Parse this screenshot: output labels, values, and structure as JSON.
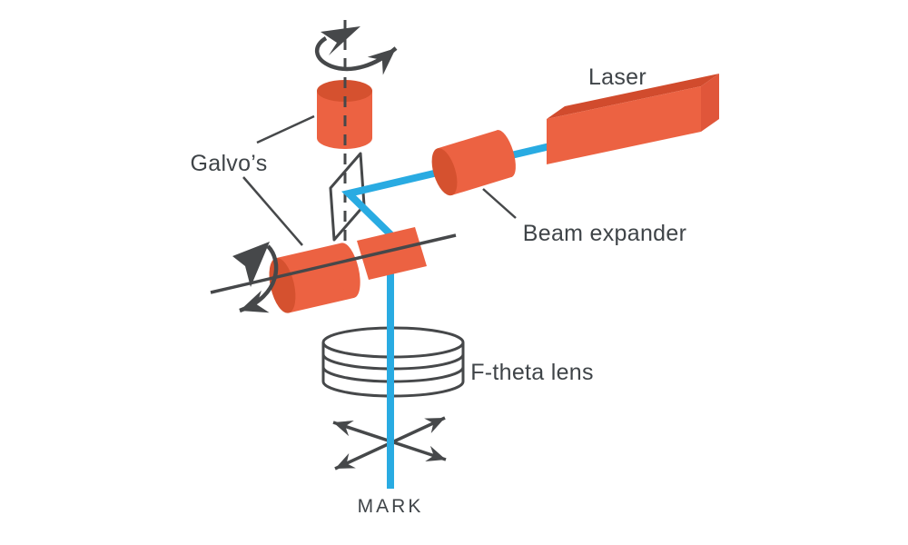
{
  "diagram": {
    "description": "Laser marking system diagram with laser, beam expander, galvo scanners, f-theta lens and marking field",
    "labels": {
      "laser": "Laser",
      "galvos": "Galvo’s",
      "beam_expander": "Beam expander",
      "f_theta_lens": "F-theta lens",
      "mark": "MARK"
    },
    "components": [
      "laser-source",
      "beam-expander",
      "galvo-motor-top",
      "galvo-motor-bottom",
      "galvo-mirror-front",
      "galvo-mirror-lower",
      "f-theta-lens",
      "mark-point"
    ],
    "colors": {
      "component_orange": "#EC6242",
      "component_orange_dark": "#D5512F",
      "laser_top_face": "#D14B2D",
      "laser_end_face": "#E0563A",
      "beam_blue": "#29ABE2",
      "line_dark": "#46484A",
      "label_text": "#3F4448",
      "background": "#FFFFFF"
    }
  }
}
